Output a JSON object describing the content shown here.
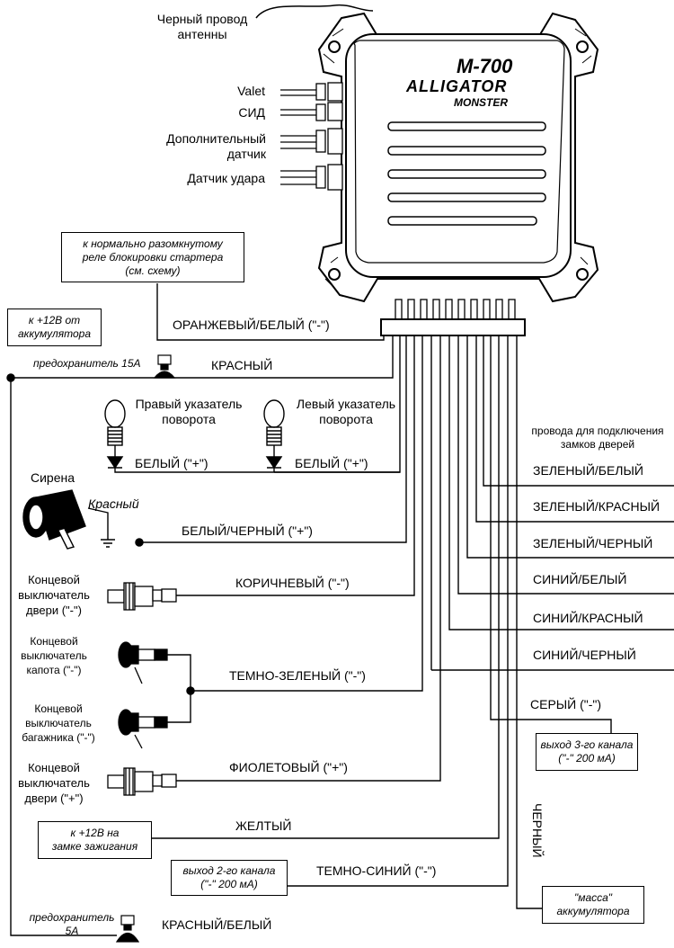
{
  "device": {
    "model": "M-700",
    "brand": "ALLIGATOR",
    "series": "MONSTER"
  },
  "antenna_label": "Черный провод\nантенны",
  "left_connectors": [
    {
      "label": "Valet"
    },
    {
      "label": "СИД"
    },
    {
      "label": "Дополнительный\nдатчик"
    },
    {
      "label": "Датчик удара"
    }
  ],
  "notes": {
    "starter_relay": "к нормально разомкнутому\nреле блокировки стартера\n(см. схему)",
    "battery_plus": "к +12В от\nаккумулятора",
    "fuse_15": "предохранитель 15А",
    "fuse_5": "предохранитель\n5А",
    "door_locks": "провода для подключения\nзамков дверей",
    "ignition": "к +12В на\nзамке зажигания",
    "ch3_out": "выход 3-го канала\n(\"-\" 200 мА)",
    "ch2_out": "выход 2-го канала\n(\"-\" 200 мА)",
    "ground": "\"масса\"\nаккумулятора"
  },
  "components": {
    "right_turn": "Правый указатель\nповорота",
    "left_turn": "Левый указатель\nповорота",
    "siren": "Сирена",
    "siren_wire": "Красный",
    "door_switch_neg": "Концевой\nвыключатель\nдвери (\"-\")",
    "hood_switch": "Концевой\nвыключатель\nкапота (\"-\")",
    "trunk_switch": "Концевой\nвыключатель\nбагажника (\"-\")",
    "door_switch_pos": "Концевой\nвыключатель\nдвери (\"+\")"
  },
  "wires": {
    "orange_white": "ОРАНЖЕВЫЙ/БЕЛЫЙ (\"-\")",
    "red": "КРАСНЫЙ",
    "white_right": "БЕЛЫЙ (\"+\")",
    "white_left": "БЕЛЫЙ (\"+\")",
    "white_black": "БЕЛЫЙ/ЧЕРНЫЙ (\"+\")",
    "brown": "КОРИЧНЕВЫЙ (\"-\")",
    "dark_green": "ТЕМНО-ЗЕЛЕНЫЙ (\"-\")",
    "violet": "ФИОЛЕТОВЫЙ (\"+\")",
    "yellow": "ЖЕЛТЫЙ",
    "dark_blue": "ТЕМНО-СИНИЙ (\"-\")",
    "red_white": "КРАСНЫЙ/БЕЛЫЙ",
    "green_white": "ЗЕЛЕНЫЙ/БЕЛЫЙ",
    "green_red": "ЗЕЛЕНЫЙ/КРАСНЫЙ",
    "green_black": "ЗЕЛЕНЫЙ/ЧЕРНЫЙ",
    "blue_white": "СИНИЙ/БЕЛЫЙ",
    "blue_red": "СИНИЙ/КРАСНЫЙ",
    "blue_black": "СИНИЙ/ЧЕРНЫЙ",
    "grey": "СЕРЫЙ (\"-\")",
    "black": "ЧЕРНЫЙ"
  }
}
